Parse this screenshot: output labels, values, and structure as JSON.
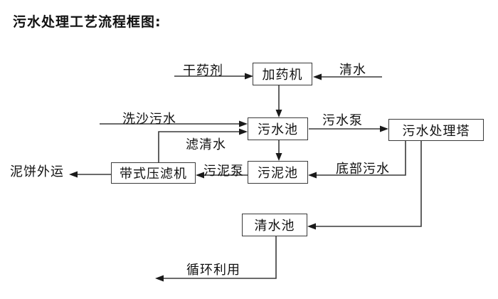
{
  "title": "污水处理工艺流程框图:",
  "diagram": {
    "nodes": {
      "dosing_machine": "加药机",
      "sewage_pool": "污水池",
      "treatment_tower": "污水处理塔",
      "belt_filter_press": "带式压滤机",
      "sludge_pool": "污泥池",
      "clean_water_pool": "清水池"
    },
    "flow_labels": {
      "dry_chemical": "干药剂",
      "clean_water": "清水",
      "sand_washing_sewage": "洗沙污水",
      "filtered_water": "滤清水",
      "sewage_pump": "污水泵",
      "sludge_pump": "污泥泵",
      "mud_cake_out": "泥饼外运",
      "bottom_sewage": "底部污水",
      "recycle": "循环利用"
    },
    "colors": {
      "line": "#3a3a3a",
      "arrowhead": "#1a1a1a",
      "text": "#111111",
      "background": "#ffffff"
    }
  }
}
